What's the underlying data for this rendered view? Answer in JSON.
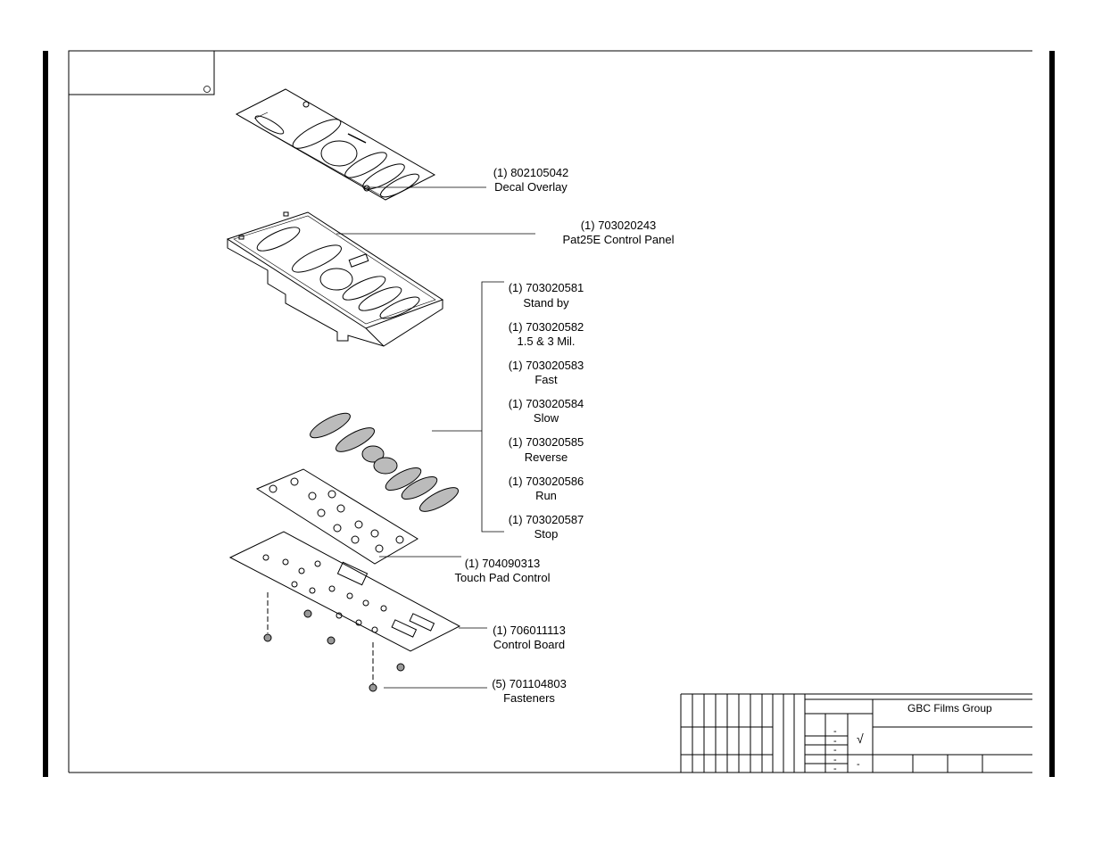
{
  "callouts": {
    "decal": {
      "part": "(1) 802105042",
      "name": "Decal Overlay"
    },
    "panel": {
      "part": "(1) 703020243",
      "name": "Pat25E Control Panel"
    },
    "buttons": [
      {
        "part": "(1) 703020581",
        "name": "Stand by"
      },
      {
        "part": "(1) 703020582",
        "name": "1.5 & 3 Mil."
      },
      {
        "part": "(1) 703020583",
        "name": "Fast"
      },
      {
        "part": "(1) 703020584",
        "name": "Slow"
      },
      {
        "part": "(1) 703020585",
        "name": "Reverse"
      },
      {
        "part": "(1) 703020586",
        "name": "Run"
      },
      {
        "part": "(1) 703020587",
        "name": "Stop"
      }
    ],
    "touchpad": {
      "part": "(1) 704090313",
      "name": "Touch Pad Control"
    },
    "board": {
      "part": "(1) 706011113",
      "name": "Control Board"
    },
    "fasteners": {
      "part": "(5) 701104803",
      "name": "Fasteners"
    }
  },
  "title_block": {
    "company": "GBC Films Group",
    "check_mark": "√",
    "dash": "-"
  }
}
